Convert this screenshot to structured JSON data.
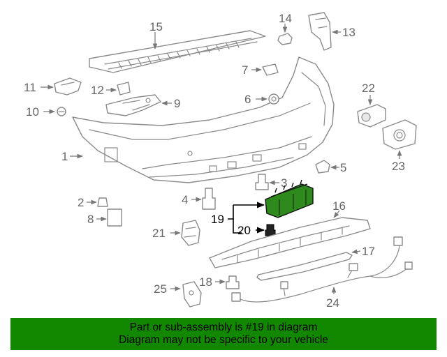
{
  "diagram": {
    "highlight_color": "#2f8a1e",
    "banner_color": "#118800",
    "callouts": {
      "c1": "1",
      "c2": "2",
      "c3": "3",
      "c4": "4",
      "c5": "5",
      "c6": "6",
      "c7": "7",
      "c8": "8",
      "c9": "9",
      "c10": "10",
      "c11": "11",
      "c12": "12",
      "c13": "13",
      "c14": "14",
      "c15": "15",
      "c16": "16",
      "c17": "17",
      "c18": "18",
      "c19": "19",
      "c20": "20",
      "c21": "21",
      "c22": "22",
      "c23": "23",
      "c24": "24",
      "c25": "25"
    }
  },
  "banner": {
    "line1": "Part or sub-assembly is #19 in diagram",
    "line2": "Diagram may not be specific to your vehicle"
  }
}
